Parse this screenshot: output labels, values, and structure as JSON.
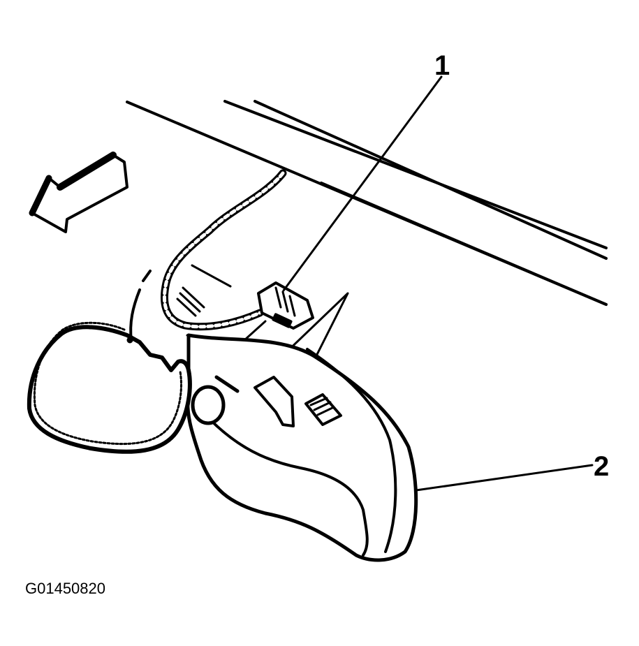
{
  "callouts": [
    {
      "label": "1"
    },
    {
      "label": "2"
    }
  ],
  "figure_id": "G01450820",
  "colors": {
    "ink": "#000000",
    "background": "#ffffff"
  },
  "icons": {
    "direction_arrow": "arrow-left-down-icon"
  }
}
